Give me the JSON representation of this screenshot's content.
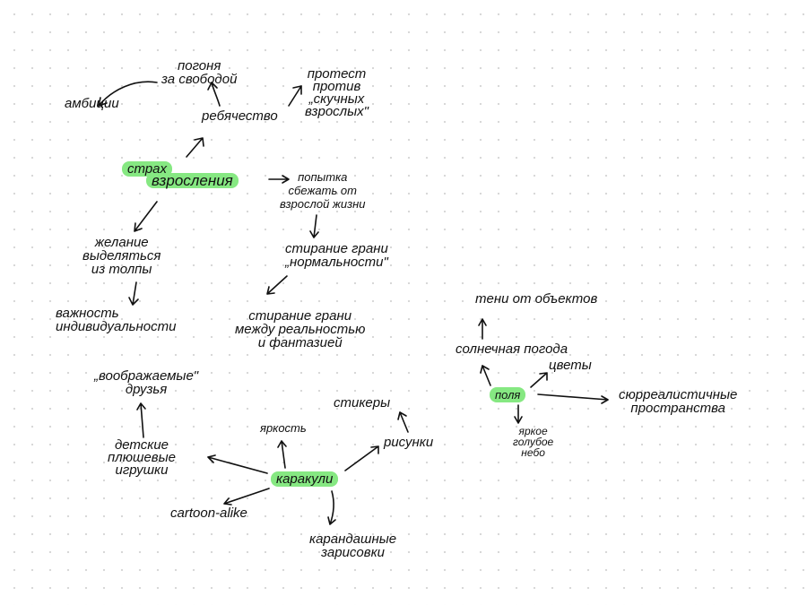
{
  "nodes": {
    "fear_line1": "страх",
    "fear_line2": "взросления",
    "ambitions": "амбиции",
    "chase_freedom": "погоня\nза свободой",
    "childishness": "ребячество",
    "protest": "протест\nпротив\n„скучных\nвзрослых\"",
    "escape": "попытка\nсбежать от\nвзрослой жизни",
    "erase_normality": "стирание грани\n„нормальности\"",
    "erase_reality": "стирание грани\nмежду реальностью\nи фантазией",
    "stand_out": "желание\nвыделяться\nиз толпы",
    "individuality": "важность\nиндивидуальности",
    "shadows": "тени от объектов",
    "sunny": "солнечная погода",
    "flowers": "цветы",
    "fields": "поля",
    "surreal": "сюрреалистичные\nпространства",
    "sky": "яркое\nголубое\nнебо",
    "imaginary_friends": "„воображаемые\"\nдрузья",
    "plush": "детские\nплюшевые\nигрушки",
    "brightness": "яркость",
    "stickers": "стикеры",
    "drawings": "рисунки",
    "doodles": "каракули",
    "cartoon": "cartoon-alike",
    "pencil": "карандашные\nзарисовки"
  },
  "colors": {
    "highlight": "#86e882",
    "ink": "#111111"
  }
}
